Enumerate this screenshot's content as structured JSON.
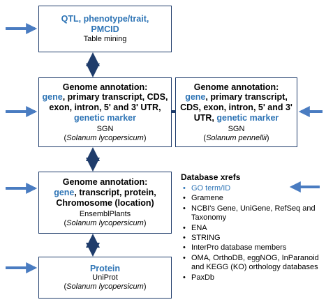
{
  "box_qtl": {
    "title": "QTL, phenotype/trait, PMCID",
    "subtitle": "Table mining"
  },
  "box_sgn_lycopersicum": {
    "title_prefix": "Genome annotation:",
    "gene": "gene",
    "middle": ", primary transcript, CDS, exon, intron, 5' and 3' UTR,",
    "marker": "genetic marker",
    "source": "SGN",
    "species": "Solanum lycopersicum"
  },
  "box_sgn_pennellii": {
    "title_prefix": "Genome annotation:",
    "gene": "gene",
    "middle": ", primary transcript, CDS, exon, intron, 5' and 3' UTR,",
    "marker": "genetic marker",
    "source": "SGN",
    "species": "Solanum pennellii"
  },
  "box_ensembl": {
    "title_prefix": "Genome annotation:",
    "gene": "gene",
    "rest": ", transcript, protein, Chromosome (location)",
    "source": "EnsemblPlants",
    "species": "Solanum lycopersicum"
  },
  "box_protein": {
    "title": "Protein",
    "source": "UniProt",
    "species": "Solanum lycopersicum"
  },
  "database_xrefs": {
    "heading": "Database xrefs",
    "items": [
      "GO term/ID",
      "Gramene",
      "NCBI's Gene, UniGene, RefSeq and Taxonomy",
      "ENA",
      "STRING",
      "InterPro database members",
      "OMA, OrthoDB, eggNOG, InParanoid and KEGG (KO) orthology databases",
      "PaxDb"
    ]
  },
  "colors": {
    "highlight_text": "#2e74b5",
    "dark_arrow": "#1f3c6b",
    "input_arrow": "#4a7cc1",
    "box_border": "#1f3c6b"
  }
}
